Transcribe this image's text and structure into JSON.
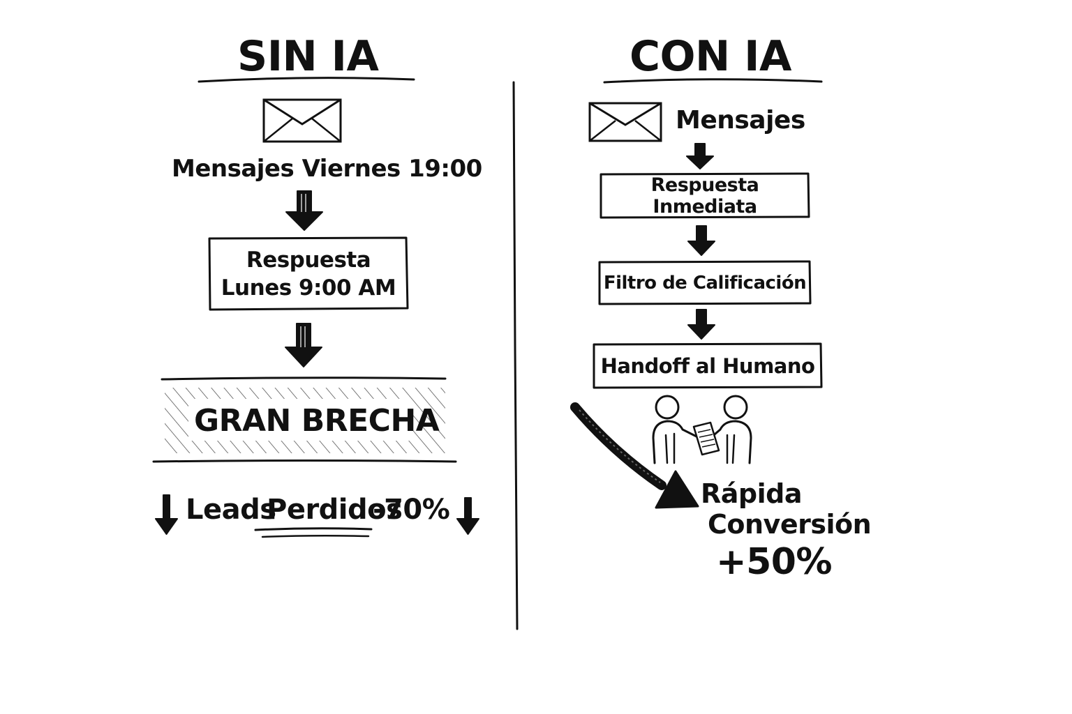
{
  "left": {
    "title": "SIN IA",
    "messages": "Mensajes Viernes 19:00",
    "response_line1": "Respuesta",
    "response_line2": "Lunes 9:00 AM",
    "gap": "GRAN BRECHA",
    "leads_word": "Leads",
    "lost_word": "Perdidos",
    "percent": "-70%"
  },
  "right": {
    "title": "CON IA",
    "messages": "Mensajes",
    "step1": "Respuesta Inmediata",
    "step2": "Filtro de Calificación",
    "step3": "Handoff al Humano",
    "result_line1": "Rápida",
    "result_line2": "Conversión",
    "result_percent": "+50%"
  },
  "icons": [
    "envelope-icon",
    "arrow-down-icon",
    "handshake-icon",
    "diagonal-arrow-icon"
  ],
  "colors": {
    "ink": "#111111",
    "background": "#ffffff"
  }
}
